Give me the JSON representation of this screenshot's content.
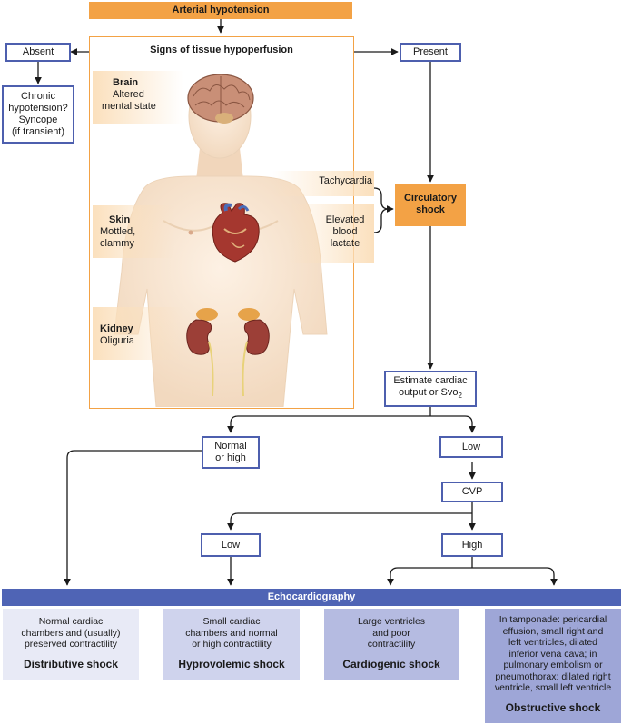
{
  "title": "Arterial hypotension",
  "panel_title": "Signs of tissue hypoperfusion",
  "absent": {
    "label": "Absent",
    "result_lines": [
      "Chronic",
      "hypotension?",
      "Syncope",
      "(if transient)"
    ]
  },
  "present": {
    "label": "Present"
  },
  "signs": {
    "brain": {
      "organ": "Brain",
      "text_lines": [
        "Altered",
        "mental state"
      ]
    },
    "skin": {
      "organ": "Skin",
      "text_lines": [
        "Mottled,",
        "clammy"
      ]
    },
    "kidney": {
      "organ": "Kidney",
      "text_lines": [
        "Oliguria"
      ]
    },
    "tachycardia": "Tachycardia",
    "lactate_lines": [
      "Elevated",
      "blood",
      "lactate"
    ]
  },
  "circulatory_shock_lines": [
    "Circulatory",
    "shock"
  ],
  "estimate": {
    "line1": "Estimate cardiac",
    "line2_prefix": "output or Svo",
    "line2_sub": "2"
  },
  "normal_high_lines": [
    "Normal",
    "or high"
  ],
  "low1": "Low",
  "cvp": "CVP",
  "low2": "Low",
  "high": "High",
  "echo_label": "Echocardiography",
  "results": [
    {
      "desc_lines": [
        "Normal cardiac",
        "chambers and (usually)",
        "preserved contractility"
      ],
      "shock": "Distributive shock",
      "color": "#e8eaf6"
    },
    {
      "desc_lines": [
        "Small cardiac",
        "chambers and normal",
        "or high contractility"
      ],
      "shock": "Hyprovolemic shock",
      "color": "#cfd3ed"
    },
    {
      "desc_lines": [
        "Large ventricles",
        "and poor",
        "contractility"
      ],
      "shock": "Cardiogenic shock",
      "color": "#b5bbe1"
    },
    {
      "desc_lines": [
        "In tamponade: pericardial",
        "effusion, small right and",
        "left ventricles, dilated",
        "inferior vena cava; in",
        "pulmonary embolism or",
        "pneumothorax: dilated right",
        "ventricle, small left ventricle"
      ],
      "shock": "Obstructive shock",
      "color": "#9ea6d7"
    }
  ],
  "colors": {
    "orange": "#f3a245",
    "blue_border": "#4d5fae",
    "echo_bar": "#4f64b5",
    "sign_bg": "#fbe0bd"
  },
  "icons": [
    "human-torso-illustration",
    "brain-icon",
    "heart-icon",
    "kidney-icon"
  ]
}
